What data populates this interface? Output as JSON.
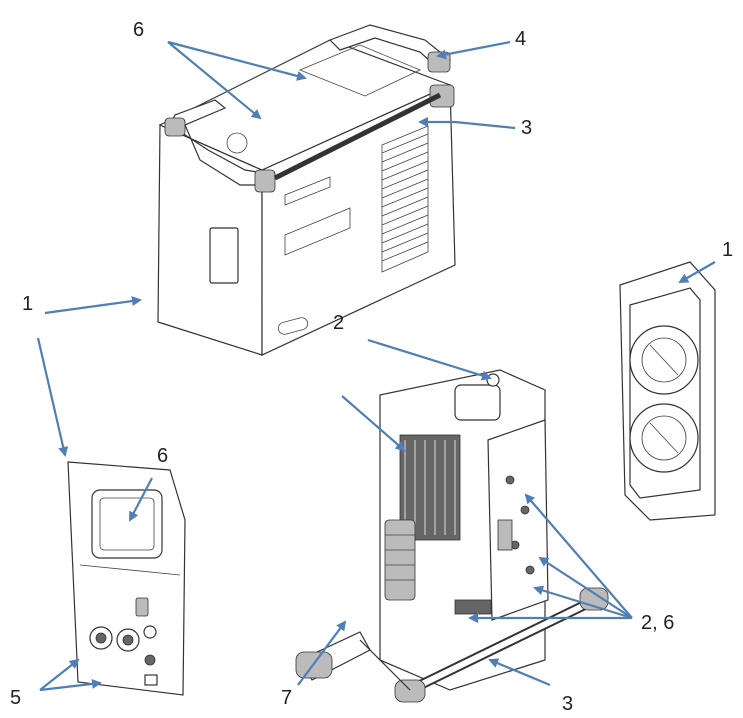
{
  "callouts": {
    "c6_top": "6",
    "c4": "4",
    "c3_top": "3",
    "c1_left": "1",
    "c1_right": "1",
    "c2": "2",
    "c6_panel": "6",
    "c2_6": "2, 6",
    "c5": "5",
    "c7": "7",
    "c3_bottom": "3"
  },
  "colors": {
    "arrow": "#4f7fb5",
    "line": "#333333"
  }
}
